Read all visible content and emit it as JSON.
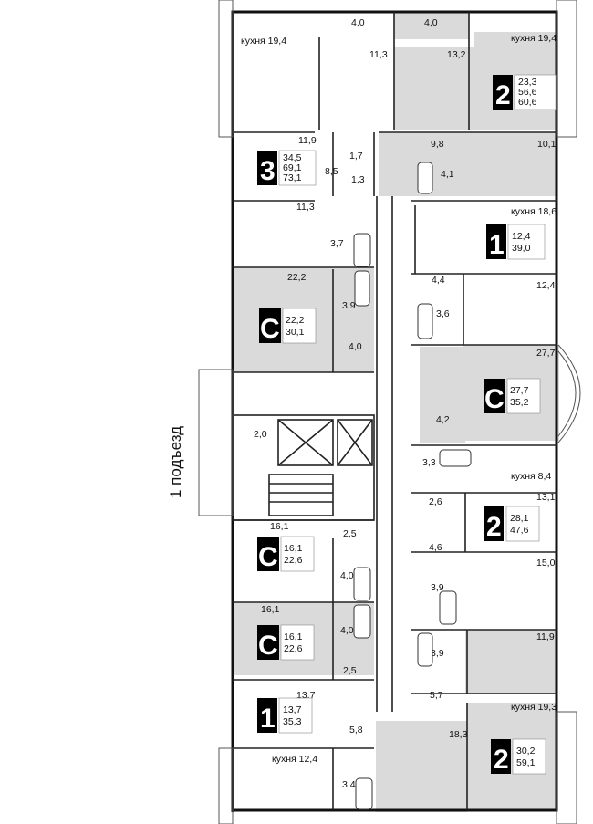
{
  "entrance_label": "1 подъезд",
  "colors": {
    "wall": "#111111",
    "shaded": "#dadada",
    "badge": "#000000"
  },
  "apartments": [
    {
      "id": "a1",
      "type": "2",
      "stats": [
        "23,3",
        "56,6",
        "60,6"
      ]
    },
    {
      "id": "a2",
      "type": "3",
      "stats": [
        "34,5",
        "69,1",
        "73,1"
      ]
    },
    {
      "id": "a3",
      "type": "1",
      "stats": [
        "12,4",
        "39,0"
      ]
    },
    {
      "id": "a4",
      "type": "С",
      "stats": [
        "22,2",
        "30,1"
      ]
    },
    {
      "id": "a5",
      "type": "С",
      "stats": [
        "27,7",
        "35,2"
      ]
    },
    {
      "id": "a6",
      "type": "2",
      "stats": [
        "28,1",
        "47,6"
      ]
    },
    {
      "id": "a7",
      "type": "С",
      "stats": [
        "16,1",
        "22,6"
      ]
    },
    {
      "id": "a8",
      "type": "С",
      "stats": [
        "16,1",
        "22,6"
      ]
    },
    {
      "id": "a9",
      "type": "1",
      "stats": [
        "13,7",
        "35,3"
      ]
    },
    {
      "id": "a10",
      "type": "2",
      "stats": [
        "30,2",
        "59,1"
      ]
    }
  ],
  "room_labels": [
    "кухня 19,4",
    "4,0",
    "4,0",
    "кухня 19,4",
    "11,3",
    "13,2",
    "11,9",
    "1,7",
    "8,5",
    "1,3",
    "9,8",
    "4,1",
    "10,1",
    "11,3",
    "кухня 18,6",
    "3,7",
    "22,2",
    "4,4",
    "3,9",
    "12,4",
    "3,6",
    "4,0",
    "27,7",
    "2,0",
    "4,2",
    "3,3",
    "кухня 8,4",
    "2,6",
    "13,1",
    "16,1",
    "2,5",
    "4,6",
    "4,0",
    "15,0",
    "3,9",
    "16,1",
    "4,0",
    "11,9",
    "2,5",
    "3,9",
    "13,7",
    "5,7",
    "кухня 19,3",
    "5,8",
    "18,3",
    "кухня 12,4",
    "3,4"
  ]
}
